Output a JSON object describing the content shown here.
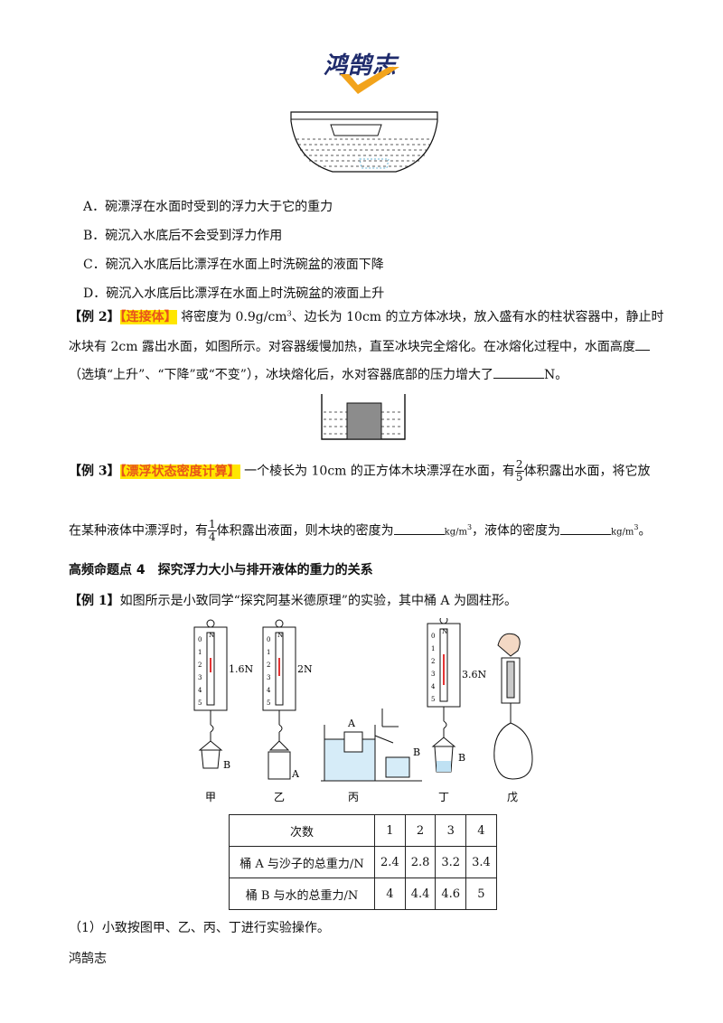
{
  "logo": {
    "text": "鸿鹄志"
  },
  "options": {
    "a": "A．碗漂浮在水面时受到的浮力大于它的重力",
    "b": "B．碗沉入水底后不会受到浮力作用",
    "c": "C．碗沉入水底后比漂浮在水面上时洗碗盆的液面下降",
    "d": "D．碗沉入水底后比漂浮在水面上时洗碗盆的液面上升"
  },
  "ex2": {
    "label": "【例 2】",
    "tag": "【连接体】",
    "line1_a": "将密度为 0.9g/cm",
    "line1_sup": "3",
    "line1_b": "、边长为 10cm 的立方体冰块，放入盛有水的柱状容器中，静止时",
    "line2": "冰块有 2cm 露出水面，如图所示。对容器缓慢加热，直至冰块完全熔化。在冰熔化过程中，水面高度",
    "line3_a": "（选填“上升”、“下降”或“不变”），冰块熔化后，水对容器底部的压力增大了",
    "line3_b": "N。"
  },
  "ex3": {
    "label": "【例 3】",
    "tag": "【漂浮状态密度计算】",
    "line1_a": "一个棱长为 10cm 的正方体木块漂浮在水面，有",
    "frac1_num": "2",
    "frac1_den": "5",
    "line1_b": "体积露出水面，将它放",
    "line2_a": "在某种液体中漂浮时，有",
    "frac2_num": "1",
    "frac2_den": "4",
    "line2_b": "体积露出液面，则木块的密度为",
    "unit1": "kg/m",
    "unit_sup": "3",
    "line2_c": "，液体的密度为",
    "unit2": "kg/m",
    "line2_d": "。"
  },
  "section": {
    "heading": "高频命题点 4　探究浮力大小与排开液体的重力的关系"
  },
  "ex1": {
    "label": "【例 1】",
    "text": "如图所示是小致同学“探究阿基米德原理”的实验，其中桶 A 为圆柱形。"
  },
  "figure": {
    "readings": {
      "jia": "1.6N",
      "yi": "2N",
      "ding": "3.6N"
    },
    "scale_top": "N",
    "ticks": [
      "0",
      "1",
      "2",
      "3",
      "4",
      "5"
    ],
    "bucket_labels": {
      "b1": "B",
      "a": "A",
      "a2": "A",
      "b2": "B",
      "b3": "B"
    },
    "captions": [
      "甲",
      "乙",
      "丙",
      "丁",
      "戊"
    ]
  },
  "table": {
    "header": [
      "次数",
      "1",
      "2",
      "3",
      "4"
    ],
    "rows": [
      [
        "桶 A 与沙子的总重力/N",
        "2.4",
        "2.8",
        "3.2",
        "3.4"
      ],
      [
        "桶 B 与水的总重力/N",
        "4",
        "4.4",
        "4.6",
        "5"
      ]
    ]
  },
  "question1": "（1）小致按图甲、乙、丙、丁进行实验操作。",
  "footer": "鸿鹄志"
}
